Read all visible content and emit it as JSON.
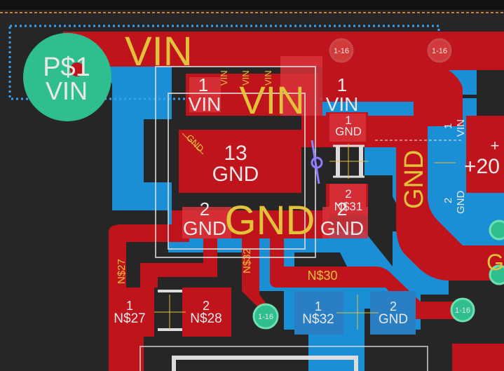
{
  "view": {
    "colors": {
      "background": "#262626",
      "top_copper": "#c0141c",
      "bottom_copper": "#1b8fd6",
      "pad": "#d8323a",
      "silk": "#dcdcdc",
      "label_yellow": "#e2c23a",
      "via_green": "#2fbf8e",
      "via_ring": "#6ee0b0",
      "airwire": "#8f7dff",
      "border_orange": "#d07a2c",
      "border_blue": "#3a9ff0"
    }
  },
  "labels": {
    "pad_p1_name": "P$1",
    "pad_p1_net": "VIN",
    "vin_large": "VIN",
    "vin_center": "VIN",
    "gnd_center": "GND",
    "via_1_16": "1-16",
    "u1_pin1_num": "1",
    "u1_pin1_net": "VIN",
    "u1_pin13_num": "13",
    "u1_pin13_net": "GND",
    "u1_pin2_num": "2",
    "u1_pin2_net": "GND",
    "u1_tab_gnd": "GND",
    "u1_vin_tiny": "VIN",
    "right_pin1_num": "1",
    "right_pin1_net": "VIN",
    "right_pin2_num": "2",
    "right_pin2_net": "GND",
    "c1_pin1_num": "1",
    "c1_pin1_net": "GND",
    "c1_pin2_num": "2",
    "c1_pin2_net": "N$31",
    "gnd_vertical": "GND",
    "cap_pin1_num": "1",
    "cap_pin1_net": "VIN",
    "cap_pin2_num": "2",
    "cap_pin2_net": "GND",
    "cap_plus": "+",
    "cap_value": "+20",
    "r1_pin1_num": "1",
    "r1_pin1_net": "N$27",
    "r1_pin2_num": "2",
    "r1_pin2_net": "N$28",
    "net_n27": "N$27",
    "net_n32_vert": "N$32",
    "net_n30": "N$30",
    "r2_pin1_num": "1",
    "r2_pin1_net": "N$32",
    "r2_pin2_num": "2",
    "r2_pin2_net": "GND",
    "edge_g": "G"
  }
}
